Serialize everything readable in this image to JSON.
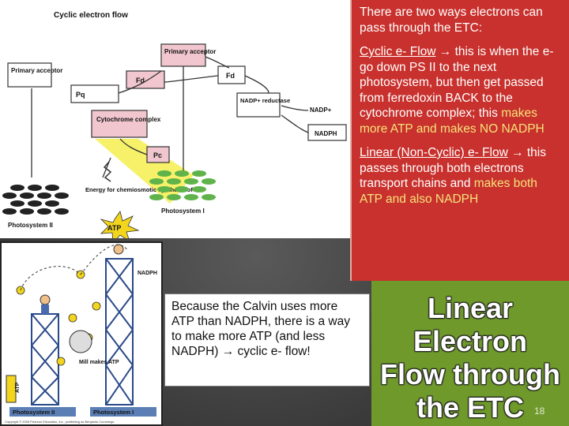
{
  "diagram_top": {
    "title": "Cyclic electron flow",
    "labels": {
      "primary_acceptor_left": "Primary acceptor",
      "primary_acceptor_top": "Primary acceptor",
      "fd_left": "Fd",
      "fd_right": "Fd",
      "pq": "Pq",
      "cytochrome": "Cytochrome complex",
      "pc": "Pc",
      "nadp_reductase": "NADP+ reductase",
      "nadp_plus": "NADP+",
      "nadph": "NADPH",
      "energy": "Energy for chemiosmotic synthesis of",
      "atp": "ATP",
      "ps2": "Photosystem II",
      "ps1": "Photosystem I"
    }
  },
  "red_panel": {
    "intro": "There are two ways electrons can pass through the ETC:",
    "cyclic_heading": "Cyclic e- Flow",
    "cyclic_body": " → this is when the e- go down PS II to the next photosystem, but then get passed from ferredoxin BACK to the cytochrome complex; this ",
    "cyclic_highlight": "makes more ATP and makes NO NADPH",
    "linear_heading": "Linear (Non-Cyclic) e- Flow",
    "linear_body": " → this passes through both electrons transport chains and ",
    "linear_highlight": "makes both ATP and also NADPH"
  },
  "diagram_bottom": {
    "nadph": "NADPH",
    "mill_label": "Mill makes ATP",
    "atp": "ATP",
    "ps2": "Photosystem II",
    "ps1": "Photosystem I",
    "copyright": "Copyright © 2005 Pearson Education, Inc., publishing as Benjamin Cummings"
  },
  "calvin_note": "Because the Calvin uses more ATP than NADPH, there is a way to make more ATP (and less NADPH) → cyclic e- flow!",
  "title": {
    "line1": "Linear",
    "line2": "Electron",
    "line3": "Flow through",
    "line4": "the ETC"
  },
  "slide_number": "18",
  "colors": {
    "red_panel": "#c8312d",
    "green_panel": "#6f9a2b",
    "highlight_yellow": "#f6e27a",
    "chlorophyll_green": "#5fb34a",
    "atp_yellow": "#f2d51c"
  }
}
